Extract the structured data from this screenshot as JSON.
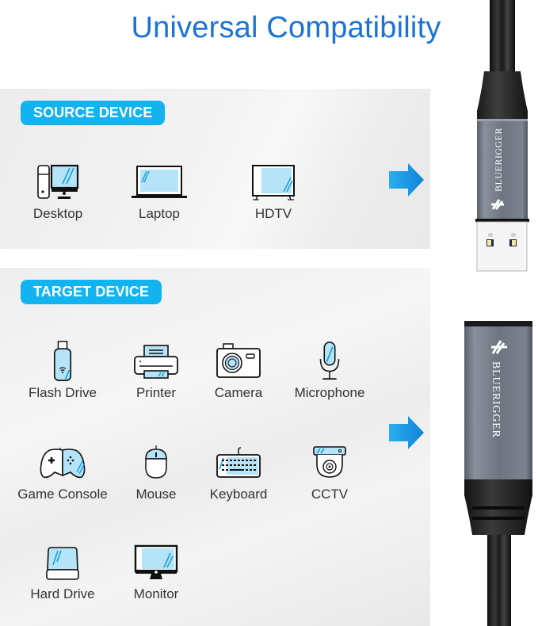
{
  "title": "Universal Compatibility",
  "colors": {
    "title": "#1a73d9",
    "badge": "#12b3ee",
    "icon_fill": "#b5e3f8",
    "icon_accent": "#1aa0dc",
    "arrow": "#1e9be6",
    "connector_metal": "#6e7480",
    "cable": "#1c1c1c"
  },
  "source_section": {
    "badge": "SOURCE DEVICE",
    "devices": [
      {
        "label": "Desktop",
        "icon": "desktop-icon"
      },
      {
        "label": "Laptop",
        "icon": "laptop-icon"
      },
      {
        "label": "HDTV",
        "icon": "tv-icon"
      }
    ]
  },
  "target_section": {
    "badge": "TARGET DEVICE",
    "devices": [
      {
        "label": "Flash Drive",
        "icon": "flash-drive-icon"
      },
      {
        "label": "Printer",
        "icon": "printer-icon"
      },
      {
        "label": "Camera",
        "icon": "camera-icon"
      },
      {
        "label": "Microphone",
        "icon": "microphone-icon"
      },
      {
        "label": "Game Console",
        "icon": "gamepad-icon"
      },
      {
        "label": "Mouse",
        "icon": "mouse-icon"
      },
      {
        "label": "Keyboard",
        "icon": "keyboard-icon"
      },
      {
        "label": "CCTV",
        "icon": "cctv-icon"
      },
      {
        "label": "Hard Drive",
        "icon": "hard-drive-icon"
      },
      {
        "label": "Monitor",
        "icon": "monitor-icon"
      }
    ]
  },
  "product": {
    "brand": "BLUERIGGER",
    "male_connector": "USB-A male plug",
    "female_connector": "USB-A female socket"
  }
}
